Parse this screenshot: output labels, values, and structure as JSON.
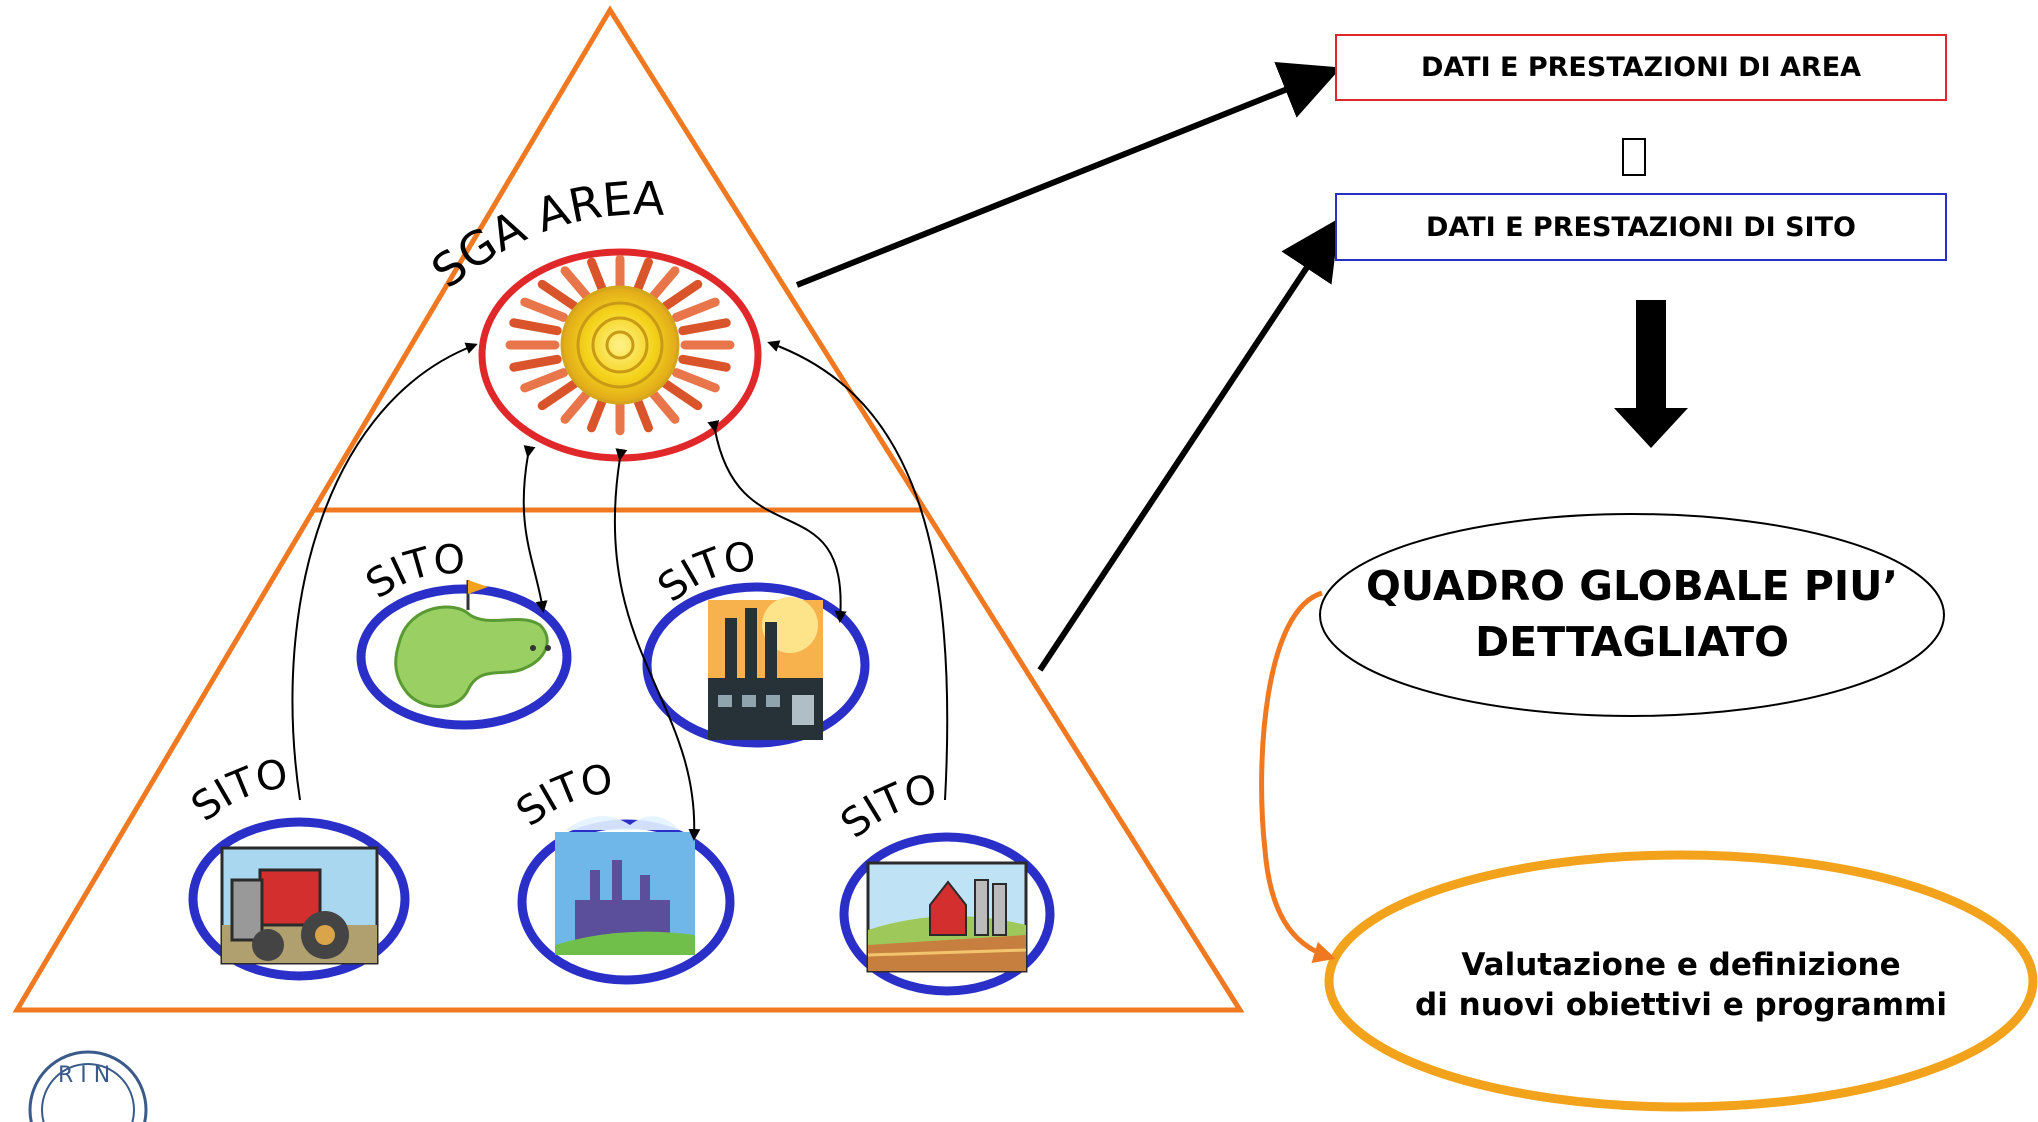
{
  "pyramid": {
    "top_label": "SGA AREA",
    "site_label": "SITO",
    "top_color": "#f07820",
    "area_ring_color": "#e0282a",
    "site_ring_color": "#2a2fc8"
  },
  "right": {
    "area_box": "DATI E PRESTAZIONI DI AREA",
    "area_box_color": "#e0282a",
    "separator_glyph": "",
    "site_box": "DATI E PRESTAZIONI DI SITO",
    "site_box_color": "#2a2fc8",
    "quadro_line1": "QUADRO GLOBALE PIU’",
    "quadro_line2": "DETTAGLIATO",
    "valutazione_line1": "Valutazione e definizione",
    "valutazione_line2": "di nuovi obiettivi e programmi",
    "loop_color": "#f07820",
    "valutazione_ring_color": "#f2a31b"
  }
}
